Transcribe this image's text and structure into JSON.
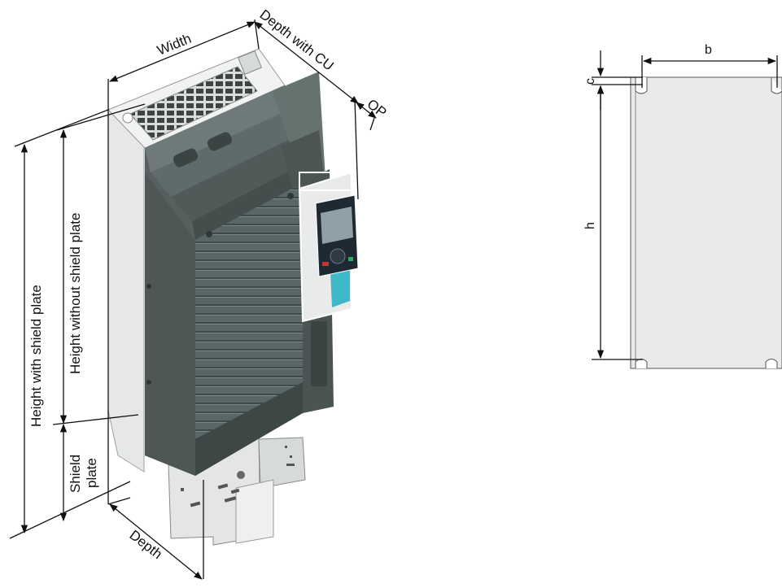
{
  "diagram": {
    "left_view": {
      "labels": {
        "width": "Width",
        "depth_with_cu": "Depth with CU",
        "op": "OP",
        "height_with_shield_plate": "Height with shield plate",
        "height_without_shield_plate": "Height without shield plate",
        "shield": "Shield",
        "plate": "plate",
        "depth": "Depth"
      }
    },
    "right_view": {
      "labels": {
        "b": "b",
        "c": "c",
        "h": "h"
      }
    }
  },
  "colors": {
    "housing_dark": "#4f5a59",
    "housing_mid": "#5f6b6a",
    "housing_light": "#6e7a79",
    "chassis_light": "#e6e8e8",
    "panel_grey": "#e9eaea",
    "operator_panel": "#1e2a33",
    "operator_accent": "#3fb8c8",
    "line": "#111111"
  }
}
